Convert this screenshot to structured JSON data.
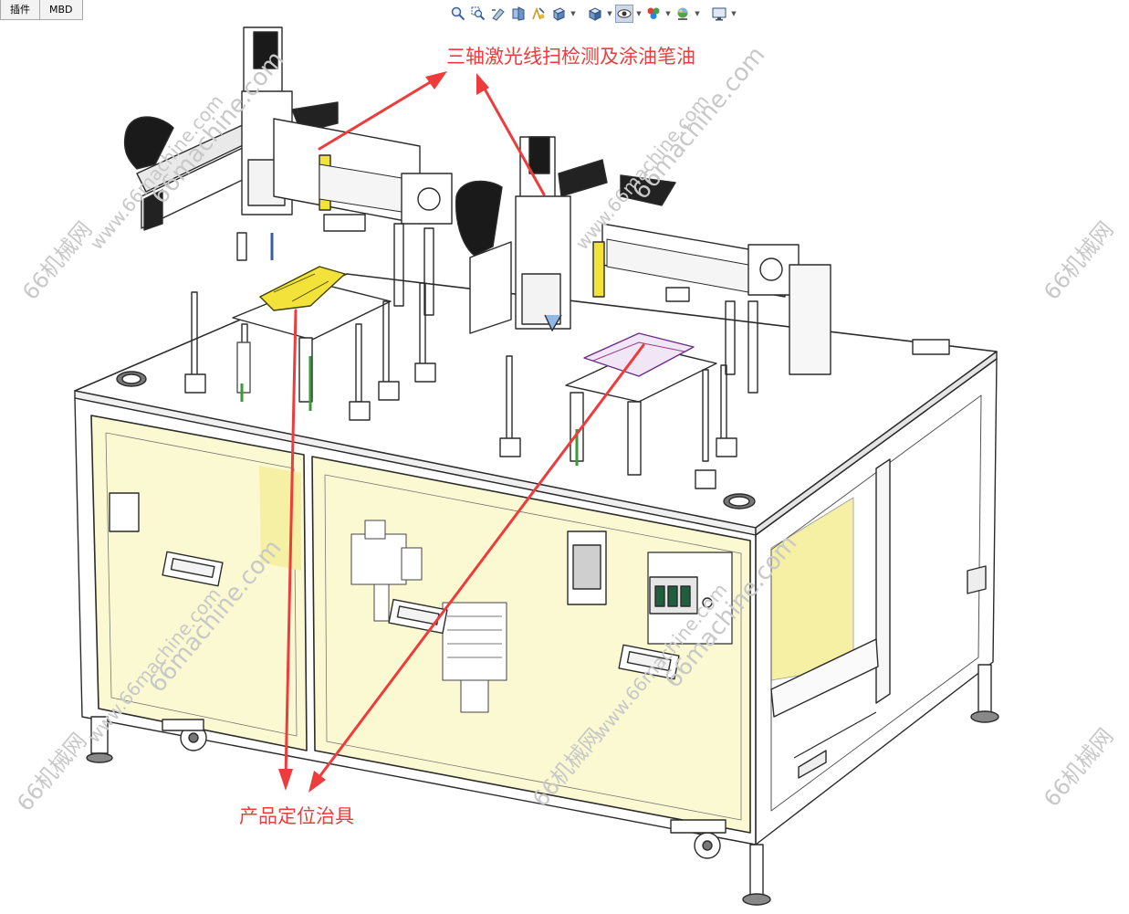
{
  "tabs": [
    {
      "label": "插件"
    },
    {
      "label": "MBD"
    }
  ],
  "toolbar": {
    "buttons": [
      {
        "icon": "zoom-to-fit-icon"
      },
      {
        "icon": "zoom-area-icon"
      },
      {
        "icon": "previous-view-icon"
      },
      {
        "icon": "section-view-icon"
      },
      {
        "icon": "dynamic-annotation-icon"
      },
      {
        "icon": "view-orientation-icon"
      },
      {
        "icon": "display-style-icon"
      },
      {
        "icon": "hide-show-items-icon"
      },
      {
        "icon": "edit-appearance-icon"
      },
      {
        "icon": "apply-scene-icon"
      },
      {
        "icon": "view-settings-icon"
      }
    ]
  },
  "annotations": {
    "top_label": "三轴激光线扫检测及涂油笔油",
    "bottom_label": "产品定位治具"
  },
  "watermark": {
    "site": "66machine.com",
    "url": "www.66machine.com",
    "brand": "66机械网"
  },
  "colors": {
    "annotation": "#ee3b3b",
    "panel_glass": "#fbf9d2",
    "fixture_yellow": "#f2e23a",
    "outline": "#2b2b2b"
  }
}
